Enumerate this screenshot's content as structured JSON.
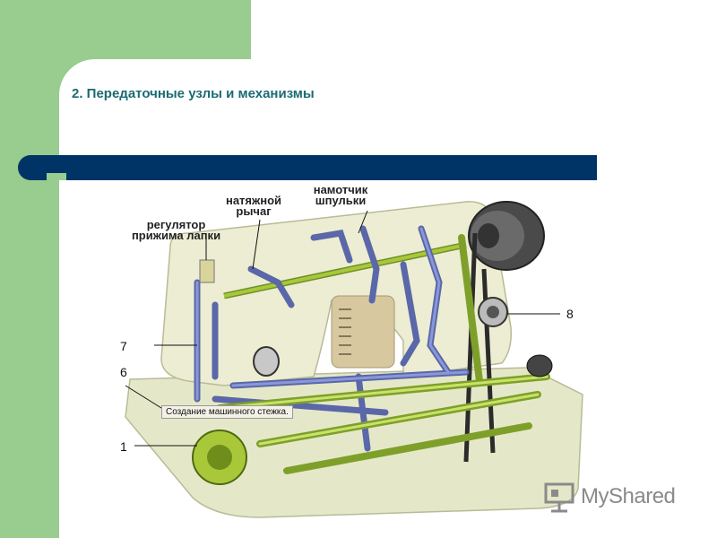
{
  "slide": {
    "title": "2.  Передаточные узлы и механизмы"
  },
  "diagram": {
    "labels": {
      "tension_lever": "натяжной\nрычаг",
      "bobbin_winder": "намотчик\nшпульки",
      "foot_pressure": "регулятор\nприжима лапки"
    },
    "numbers": [
      "8",
      "7",
      "6",
      "1"
    ],
    "caption": "Создание машинного стежка."
  },
  "watermark": {
    "text": "MyShared",
    "icon": "presentation-board-icon"
  },
  "colors": {
    "side_block": "#99cc8f",
    "bar": "#003366",
    "title": "#1a6b73",
    "machine_body": "#eaeccf",
    "mechanism_blue": "#6a78b8",
    "mechanism_green": "#a8c83a"
  }
}
